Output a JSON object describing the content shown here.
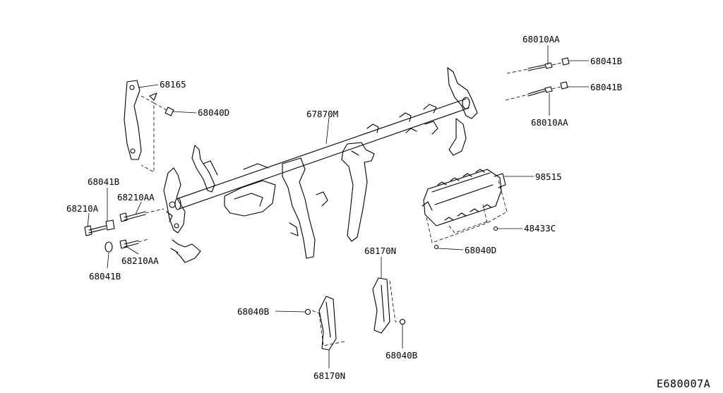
{
  "diagram": {
    "code": "E680007A",
    "labels": {
      "p68165": "68165",
      "p68040D_a": "68040D",
      "p67870M": "67870M",
      "p68010AA_a": "68010AA",
      "p68041B_a": "68041B",
      "p68041B_b": "68041B",
      "p68010AA_b": "68010AA",
      "p98515": "98515",
      "p48433C": "48433C",
      "p68040D_b": "68040D",
      "p68041B_c": "68041B",
      "p68210AA_a": "68210AA",
      "p68210A": "68210A",
      "p68210AA_b": "68210AA",
      "p68041B_d": "68041B",
      "p68170N_a": "68170N",
      "p68040B_a": "68040B",
      "p68170N_b": "68170N",
      "p68040B_b": "68040B"
    }
  }
}
